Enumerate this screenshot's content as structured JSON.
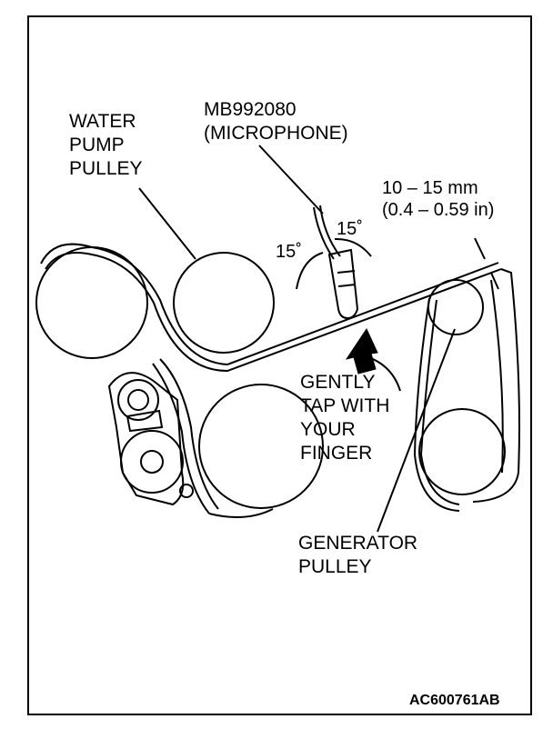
{
  "labels": {
    "water_pump_pulley": "WATER\nPUMP\nPULLEY",
    "tool": "MB992080\n(MICROPHONE)",
    "deflection": "10 – 15 mm\n(0.4 – 0.59 in)",
    "angle_left": "15˚",
    "angle_right": "15˚",
    "tap_instruction": "GENTLY\nTAP WITH\nYOUR\nFINGER",
    "generator_pulley": "GENERATOR\nPULLEY"
  },
  "figure_code": "AC600761AB",
  "colors": {
    "ink": "#000000",
    "background": "#ffffff"
  }
}
